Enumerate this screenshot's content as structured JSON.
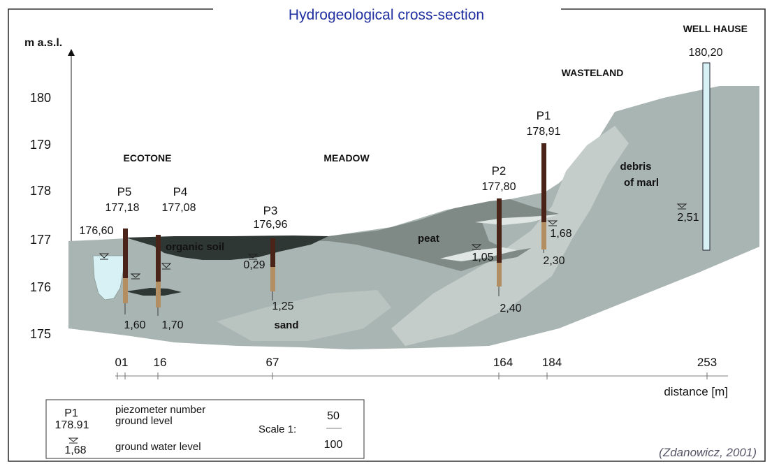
{
  "title": "Hydrogeological cross-section",
  "y_axis_label": "m a.s.l.",
  "y_ticks": [
    "180",
    "179",
    "178",
    "177",
    "176",
    "175"
  ],
  "x_ticks": [
    "01",
    "16",
    "67",
    "164",
    "184",
    "253"
  ],
  "x_axis_label": "distance [m]",
  "zones": {
    "well_house": "WELL HAUSE",
    "wasteland": "WASTELAND",
    "ecotone": "ECOTONE",
    "meadow": "MEADOW"
  },
  "soil_labels": {
    "organic_soil": "organic soil",
    "peat": "peat",
    "sand": "sand",
    "debris_line1": "debris",
    "debris_line2": "of marl"
  },
  "piezometers": [
    {
      "id": "P5",
      "ground": "177,18"
    },
    {
      "id": "P4",
      "ground": "177,08"
    },
    {
      "id": "P3",
      "ground": "176,96"
    },
    {
      "id": "P2",
      "ground": "177,80"
    },
    {
      "id": "P1",
      "ground": "178,91"
    }
  ],
  "water_levels": {
    "lake_surface": "176,60",
    "p3": "0,29",
    "p2": "1,05",
    "p1": "1,68",
    "well": "2,51"
  },
  "depths": {
    "p5": "1,60",
    "p4": "1,70",
    "p3": "1,25",
    "p2": "2,40",
    "p1": "2,30"
  },
  "well_ground": "180,20",
  "legend": {
    "example_id": "P1",
    "example_level": "178.91",
    "piezometer_text": "piezometer number",
    "ground_text": "ground level",
    "example_water": "1,68",
    "water_text": "ground water level",
    "scale_label": "Scale 1:",
    "scale_top": "50",
    "scale_bottom": "100"
  },
  "citation": "(Zdanowicz, 2001)",
  "colors": {
    "title": "#1f2fa0",
    "sand_base": "#a9b5b2",
    "sand_light": "#c4cdca",
    "slope": "#adbab7",
    "peat": "#7f8a87",
    "organic_soil": "#2f3735",
    "water": "#d7f1f4",
    "pipe": "#4a2418"
  }
}
